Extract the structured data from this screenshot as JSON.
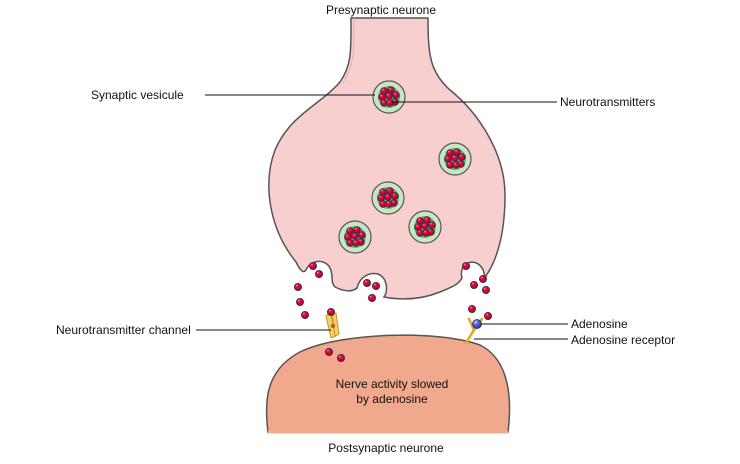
{
  "diagram": {
    "labels": {
      "presynaptic": "Presynaptic neurone",
      "postsynaptic": "Postsynaptic neurone",
      "synaptic_vesicule": "Synaptic vesicule",
      "neurotransmitters": "Neurotransmitters",
      "neurotransmitter_channel": "Neurotransmitter channel",
      "adenosine": "Adenosine",
      "adenosine_receptor": "Adenosine receptor",
      "nerve_activity_line1": "Nerve activity slowed",
      "nerve_activity_line2": "by adenosine"
    },
    "colors": {
      "presynaptic_fill": "#f8cfcf",
      "presynaptic_edge": "#e89a9a",
      "postsynaptic_fill": "#f0a98c",
      "postsynaptic_edge": "#e8744e",
      "outline": "#555555",
      "vesicle_outer": "#c8e6c4",
      "vesicle_inner": "#5cb86a",
      "neurotransmitter": "#d7001e",
      "neurotransmitter_edge": "#2b2b6e",
      "receptor": "#e8a820",
      "adenosine": "#5a63d6"
    }
  }
}
